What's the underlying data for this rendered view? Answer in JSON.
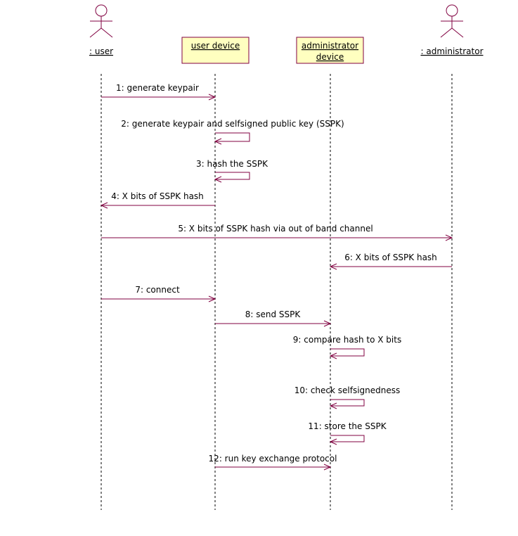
{
  "colors": {
    "lifeline": "#000000",
    "message": "#800040",
    "object_fill": "#ffffc0",
    "object_stroke": "#800040",
    "actor_stroke": "#800040",
    "background": "#ffffff"
  },
  "participants": [
    {
      "id": "user",
      "kind": "actor",
      "label": ": user",
      "icon": "stick-figure-icon"
    },
    {
      "id": "user_device",
      "kind": "object",
      "label": "user device"
    },
    {
      "id": "admin_device",
      "kind": "object",
      "label_lines": [
        "administrator",
        "device"
      ]
    },
    {
      "id": "administrator",
      "kind": "actor",
      "label": ": administrator",
      "icon": "stick-figure-icon"
    }
  ],
  "messages": [
    {
      "from": "user",
      "to": "user_device",
      "label": "1: generate keypair"
    },
    {
      "from": "user_device",
      "to": "user_device",
      "label": "2: generate keypair and selfsigned public key (SSPK)"
    },
    {
      "from": "user_device",
      "to": "user_device",
      "label": "3: hash the SSPK"
    },
    {
      "from": "user_device",
      "to": "user",
      "label": "4: X bits of SSPK hash"
    },
    {
      "from": "user",
      "to": "administrator",
      "label": "5: X bits of SSPK hash via out of band channel"
    },
    {
      "from": "administrator",
      "to": "admin_device",
      "label": "6: X bits of SSPK hash"
    },
    {
      "from": "user",
      "to": "user_device",
      "label": "7: connect"
    },
    {
      "from": "user_device",
      "to": "admin_device",
      "label": "8: send SSPK"
    },
    {
      "from": "admin_device",
      "to": "admin_device",
      "label": "9: compare hash to X bits"
    },
    {
      "from": "admin_device",
      "to": "admin_device",
      "label": "10: check selfsignedness"
    },
    {
      "from": "admin_device",
      "to": "admin_device",
      "label": "11: store the SSPK"
    },
    {
      "from": "user_device",
      "to": "admin_device",
      "label": "12: run key exchange protocol"
    }
  ]
}
